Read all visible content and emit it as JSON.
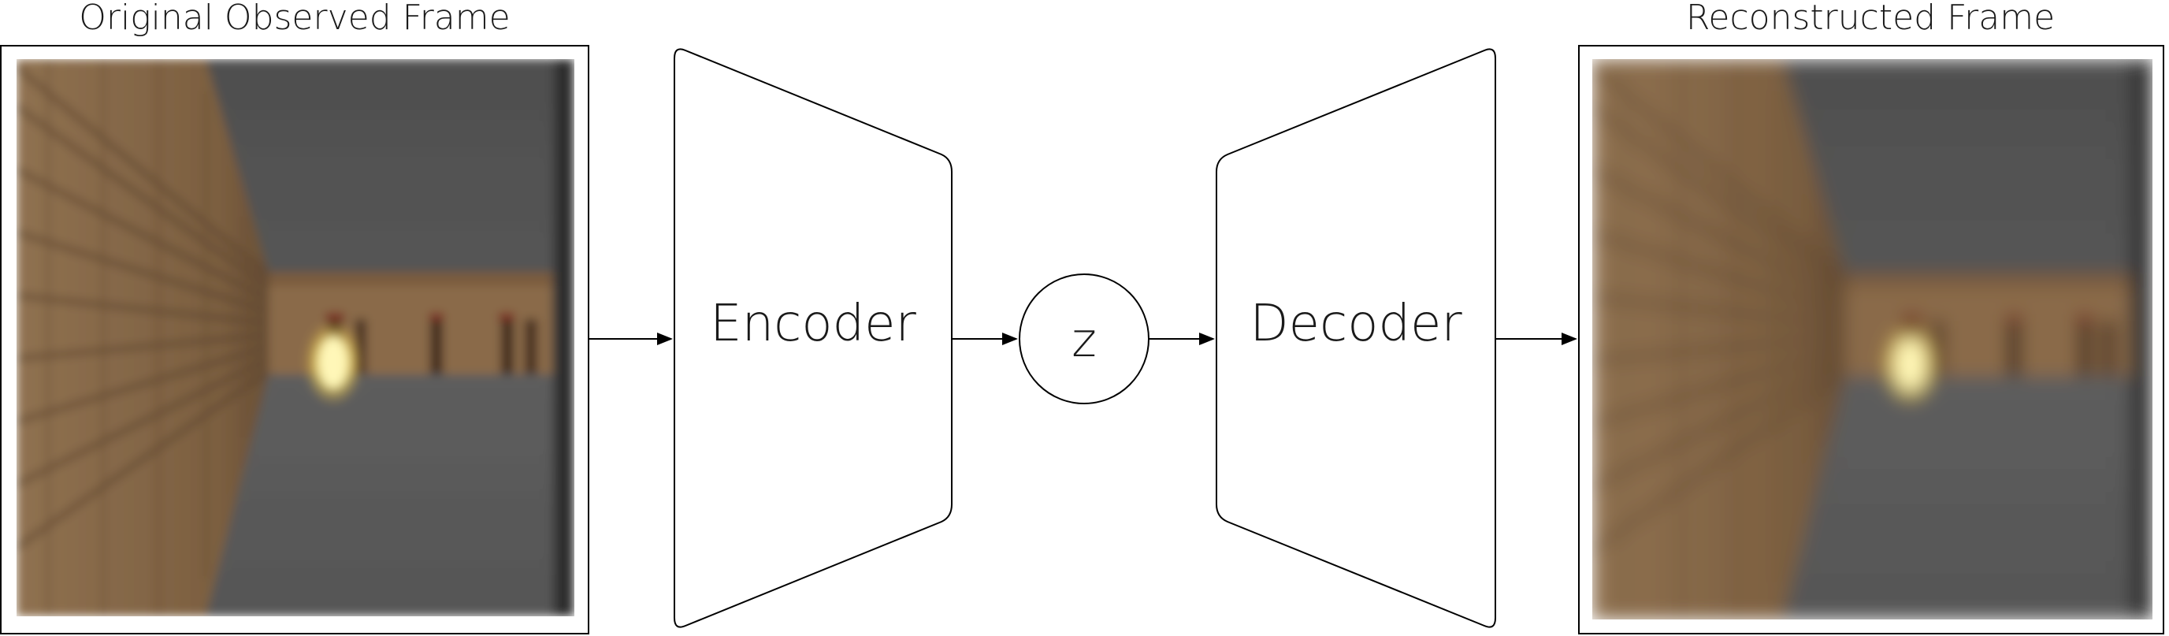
{
  "captions": {
    "original": "Original Observed Frame",
    "reconstructed": "Reconstructed Frame"
  },
  "blocks": {
    "encoder": "Encoder",
    "latent": "z",
    "decoder": "Decoder"
  },
  "colors": {
    "stroke": "#000000",
    "wall_brick": "#8a6a46",
    "ceiling": "#555555",
    "floor": "#595959",
    "lamp": "#f3e27a"
  }
}
